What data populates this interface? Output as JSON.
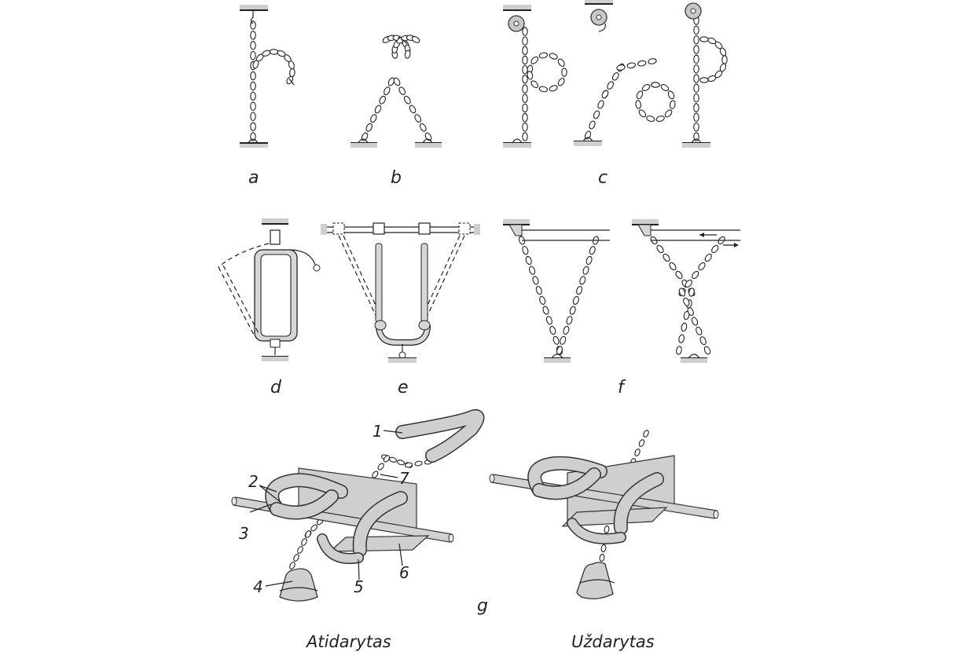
{
  "panel_labels": {
    "a": "a",
    "b": "b",
    "c": "c",
    "d": "d",
    "e": "e",
    "f": "f",
    "g": "g"
  },
  "part_numbers": [
    "1",
    "2",
    "3",
    "4",
    "5",
    "6",
    "7"
  ],
  "captions": {
    "open": "Atidarytas",
    "closed": "Uždarytas"
  },
  "colors": {
    "ink": "#222222",
    "fill_gray": "#c8c8c8",
    "ground": "#cfcfcf"
  }
}
